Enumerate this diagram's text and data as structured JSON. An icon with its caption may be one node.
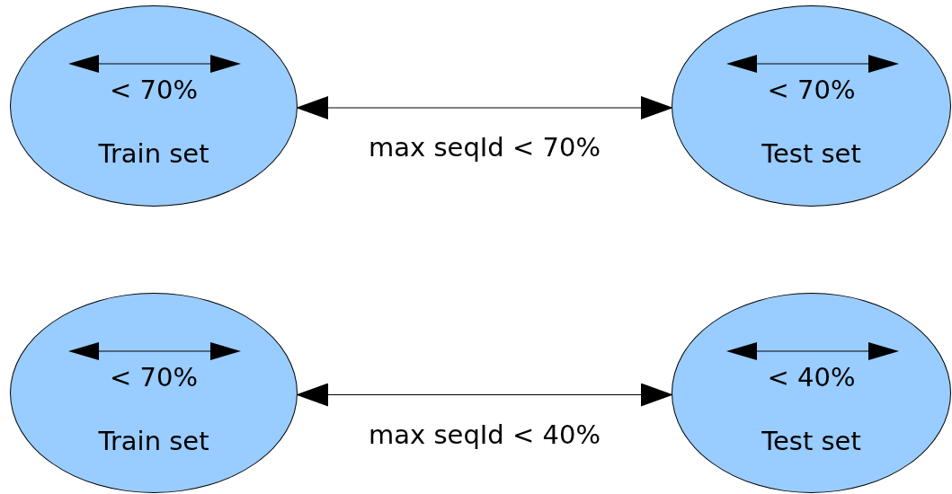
{
  "diagram": {
    "nodes": [
      {
        "text": [
          "< 70%",
          "Train set"
        ]
      },
      {
        "text": [
          "< 70%",
          "Test set"
        ]
      },
      {
        "text": [
          "< 70%",
          "Train set"
        ]
      },
      {
        "text": [
          "< 40%",
          "Test set"
        ]
      }
    ],
    "edges": [
      {
        "from": 0,
        "to": 1,
        "arrow": "both",
        "label": "max seqId < 70%"
      },
      {
        "from": 2,
        "to": 3,
        "arrow": "both",
        "label": "max seqId < 40%"
      }
    ]
  }
}
